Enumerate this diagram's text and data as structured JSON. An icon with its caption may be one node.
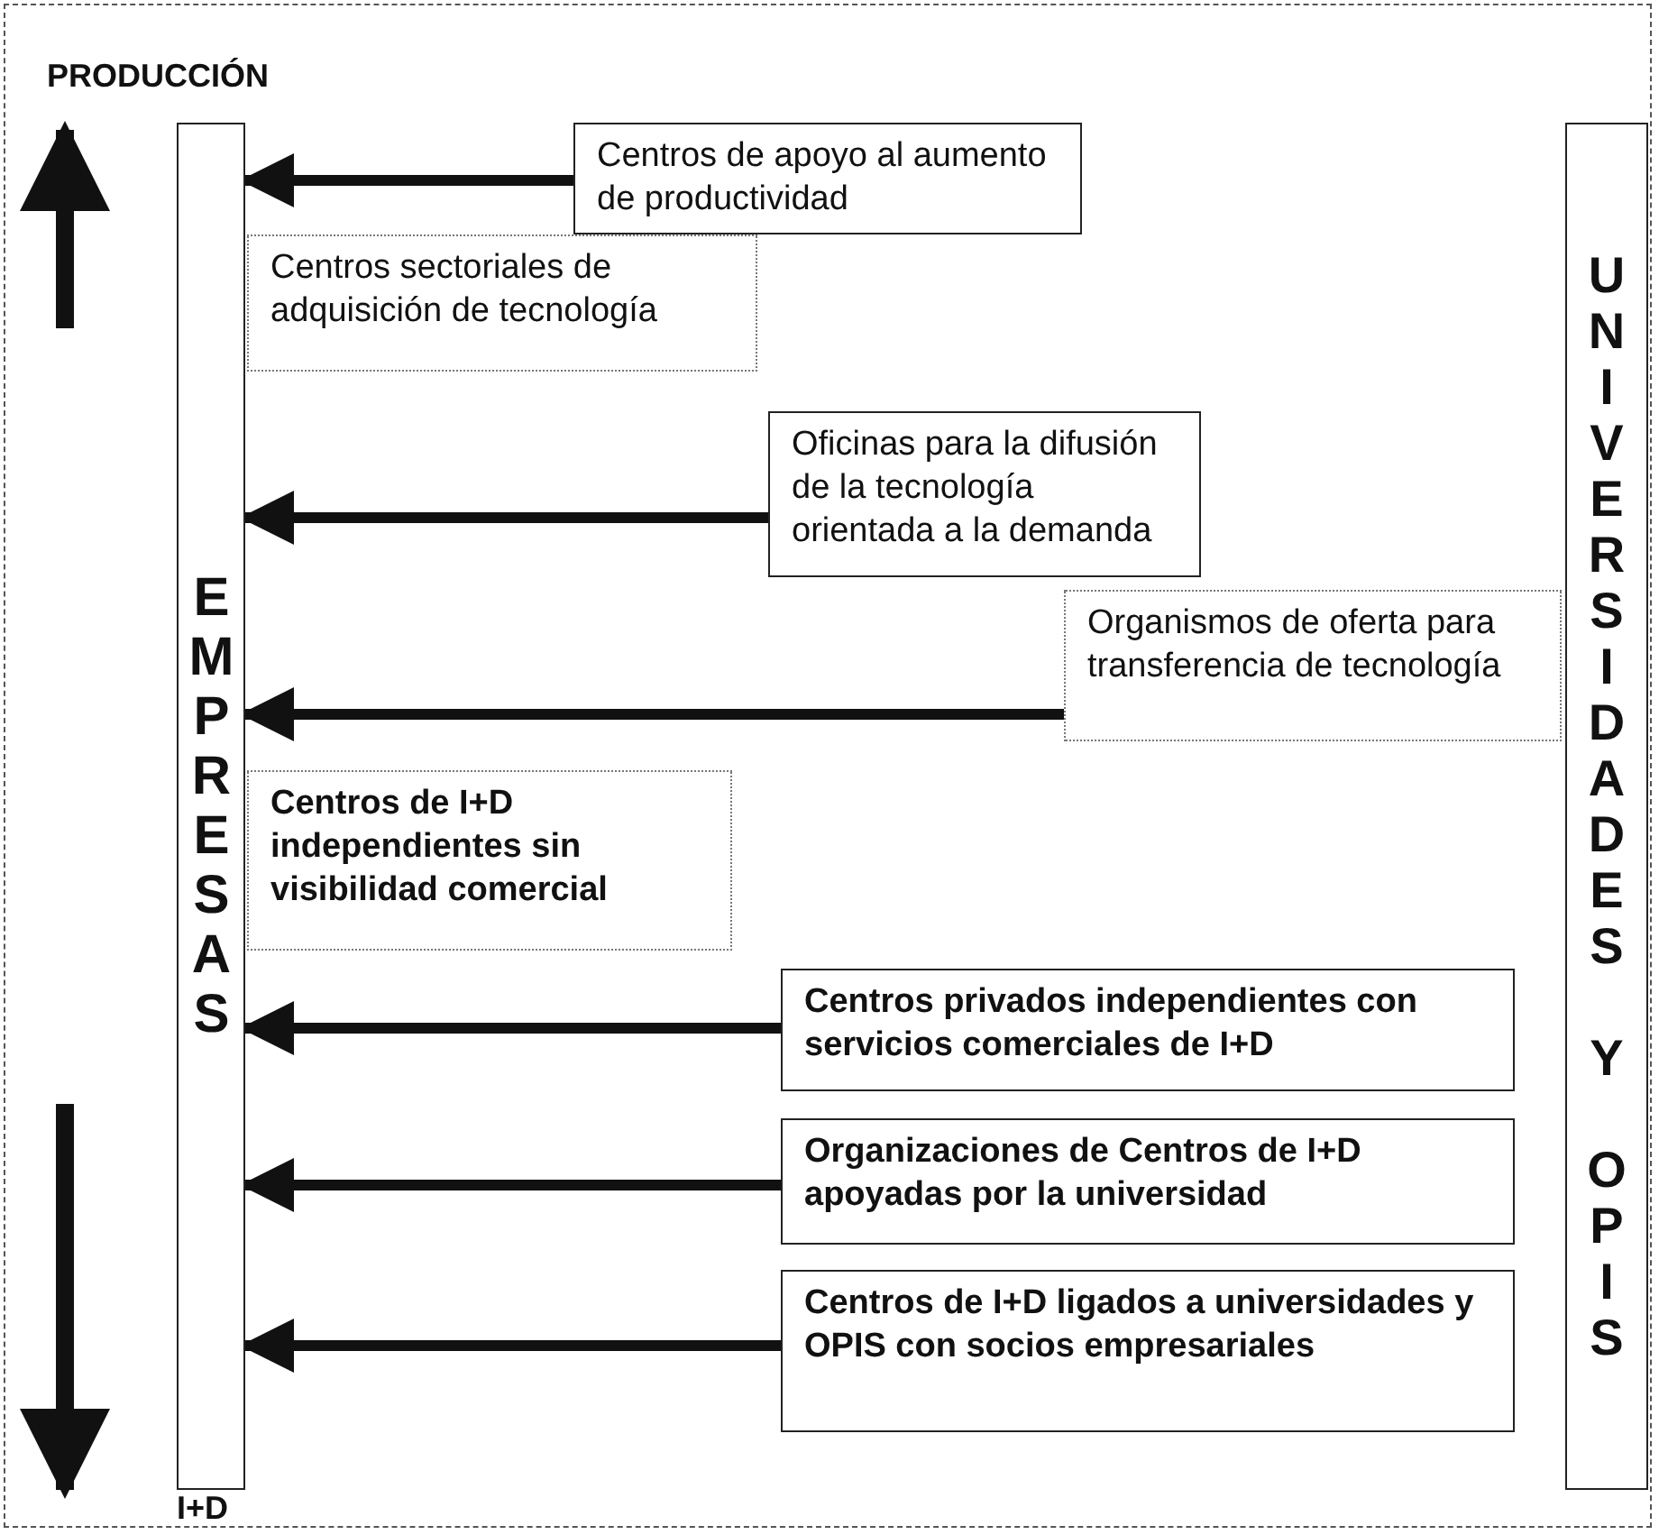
{
  "diagram": {
    "nodes": [
      {
        "text": [
          "EMPRESAS"
        ]
      },
      {
        "text": [
          "Centros de apoyo al aumento de productividad"
        ]
      },
      {
        "text": [
          "Centros sectoriales de adquisición de tecnología"
        ]
      },
      {
        "text": [
          "Oficinas para la difusión de la tecnología orientada a la demanda"
        ]
      },
      {
        "text": [
          "Organismos de oferta para transferencia de tecnología"
        ]
      },
      {
        "text": [
          "Centros de I+D independientes sin visibilidad comercial"
        ]
      },
      {
        "text": [
          "Centros privados independientes con servicios comerciales de I+D"
        ]
      },
      {
        "text": [
          "Organizaciones de Centros de I+D apoyadas por la universidad"
        ]
      },
      {
        "text": [
          "Centros de I+D ligados a universidades y OPIS con socios empresariales"
        ]
      },
      {
        "text": [
          "UNIVERSIDADES Y OPIS"
        ]
      }
    ],
    "edges": [
      {
        "from": 1,
        "to": 0,
        "arrow": "to"
      },
      {
        "from": 3,
        "to": 0,
        "arrow": "to"
      },
      {
        "from": 4,
        "to": 0,
        "arrow": "to"
      },
      {
        "from": 6,
        "to": 0,
        "arrow": "to"
      },
      {
        "from": 7,
        "to": 0,
        "arrow": "to"
      },
      {
        "from": 8,
        "to": 0,
        "arrow": "to"
      }
    ],
    "labels": [
      "PRODUCCIÓN",
      "I+D"
    ]
  }
}
